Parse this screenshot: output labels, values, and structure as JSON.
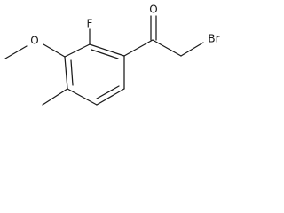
{
  "molecule": {
    "atoms": {
      "fluorine": "F",
      "ketone_oxygen": "O",
      "bromine": "Br",
      "methoxy_oxygen": "O"
    }
  }
}
